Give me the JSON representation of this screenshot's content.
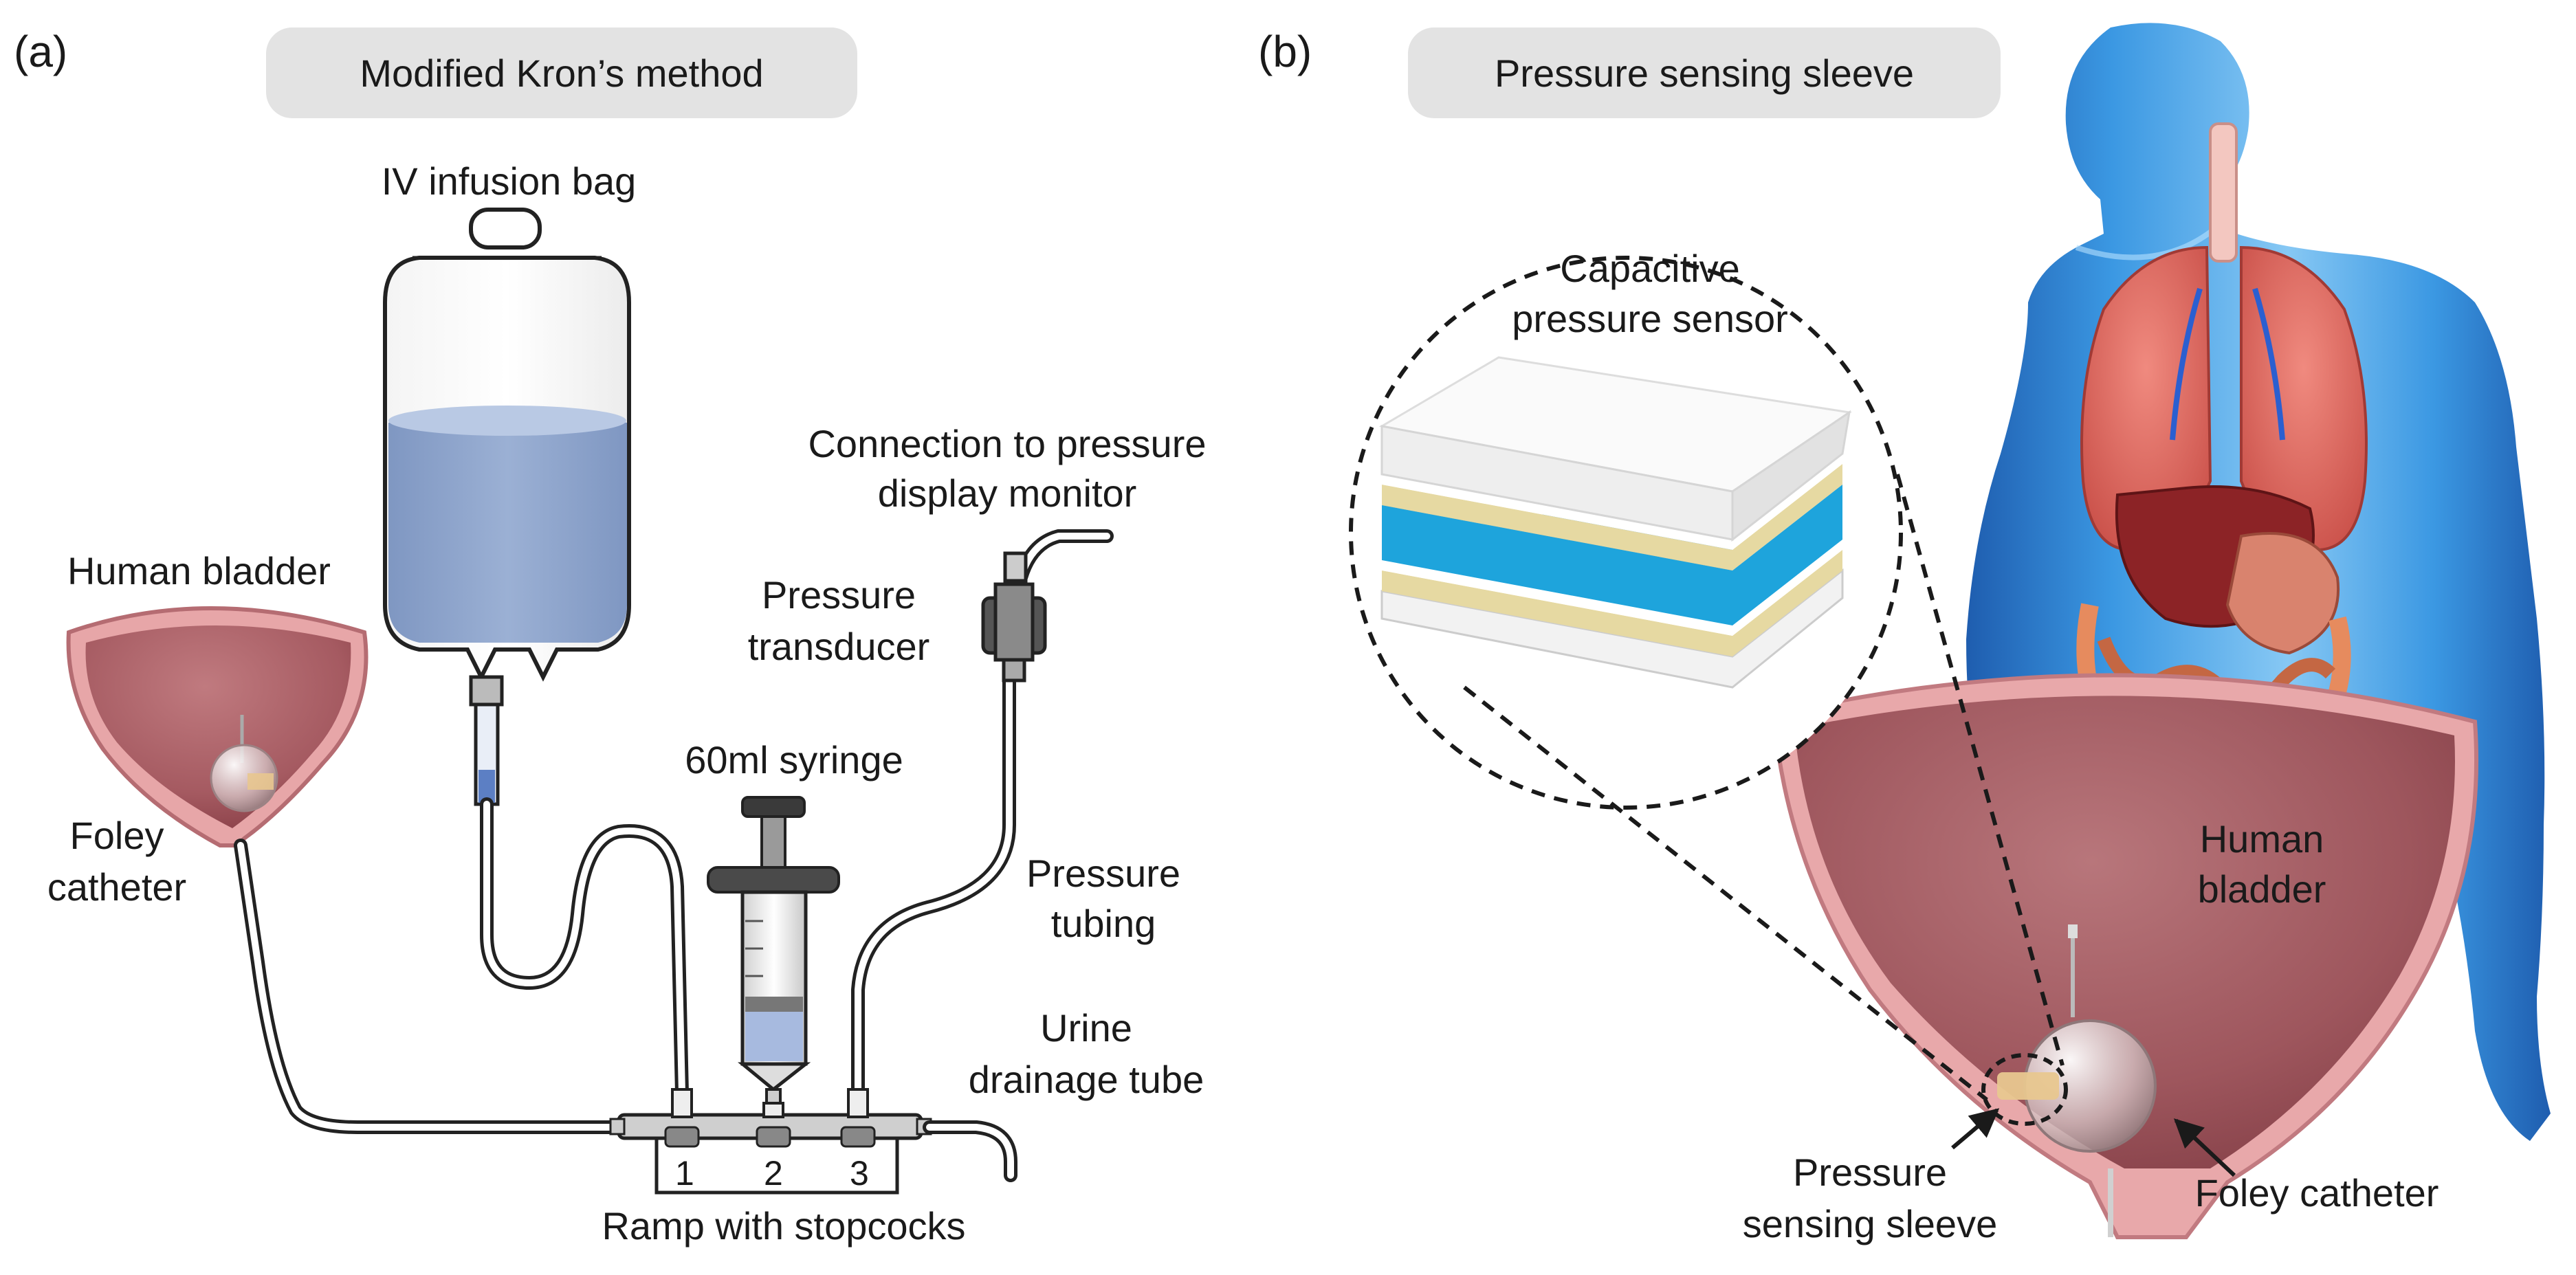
{
  "panel_a": {
    "tag": "(a)",
    "title": "Modified Kron’s method",
    "labels": {
      "iv_bag": "IV infusion bag",
      "connection_line1": "Connection to pressure",
      "connection_line2": "display monitor",
      "bladder": "Human bladder",
      "transducer_line1": "Pressure",
      "transducer_line2": "transducer",
      "syringe": "60ml syringe",
      "foley_line1": "Foley",
      "foley_line2": "catheter",
      "tubing_line1": "Pressure",
      "tubing_line2": "tubing",
      "urine_line1": "Urine",
      "urine_line2": "drainage tube",
      "ramp": "Ramp with stopcocks"
    },
    "stopcock_numbers": [
      "1",
      "2",
      "3"
    ]
  },
  "panel_b": {
    "tag": "(b)",
    "title": "Pressure sensing sleeve",
    "labels": {
      "sensor_line1": "Capacitive",
      "sensor_line2": "pressure sensor",
      "bladder_line1": "Human",
      "bladder_line2": "bladder",
      "sleeve_line1": "Pressure",
      "sleeve_line2": "sensing sleeve",
      "foley": "Foley catheter"
    }
  },
  "colors": {
    "pill_bg": "#e3e3e3",
    "fluid": "#8fa6cc",
    "bladder_pink": "#d98a8e",
    "body_blue": "#2a8fe0",
    "sensor_blue": "#1ea4dc",
    "sensor_gold": "#e6d9a2"
  }
}
